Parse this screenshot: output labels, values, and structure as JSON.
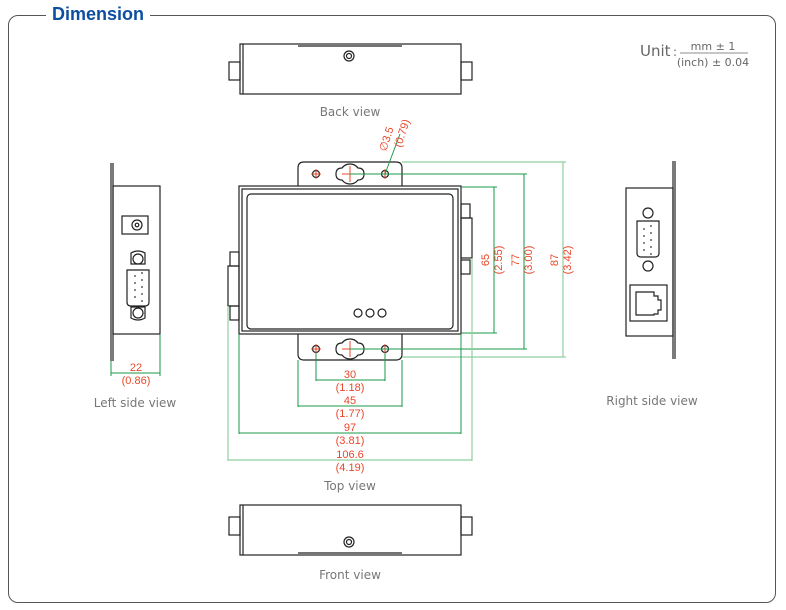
{
  "header": {
    "title": "Dimension"
  },
  "unit": {
    "label": "Unit",
    "separator": ":",
    "numerator": "mm ± 1",
    "denominator": "(inch) ± 0.04"
  },
  "views": {
    "back": "Back view",
    "top": "Top view",
    "front": "Front view",
    "left": "Left side view",
    "right": "Right side view"
  },
  "dimensions": {
    "hole": {
      "mm": "∅3.5",
      "inch": "(0.79)"
    },
    "height_65": {
      "mm": "65",
      "inch": "(2.55)"
    },
    "height_77": {
      "mm": "77",
      "inch": "(3.00)"
    },
    "height_87": {
      "mm": "87",
      "inch": "(3.42)"
    },
    "width_30": {
      "mm": "30",
      "inch": "(1.18)"
    },
    "width_45": {
      "mm": "45",
      "inch": "(1.77)"
    },
    "width_97": {
      "mm": "97",
      "inch": "(3.81)"
    },
    "width_106": {
      "mm": "106.6",
      "inch": "(4.19)"
    },
    "depth_22": {
      "mm": "22",
      "inch": "(0.86)"
    }
  },
  "colors": {
    "title": "#0d4ea0",
    "dimension_text": "#e8472a",
    "dimension_line": "#1a9a48",
    "outline": "#222222"
  }
}
